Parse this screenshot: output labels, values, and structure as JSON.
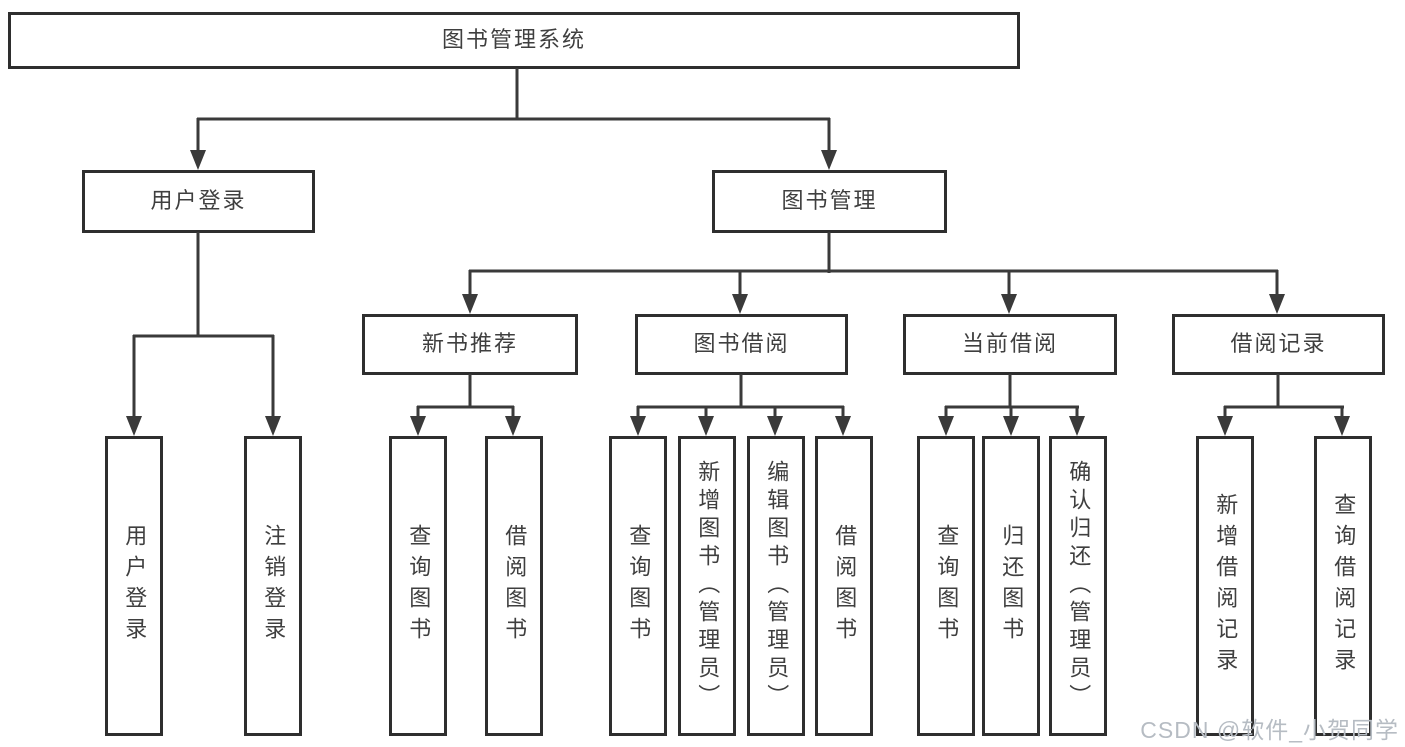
{
  "diagram": {
    "nodes": {
      "root": "图书管理系统",
      "user_login": "用户登录",
      "book_management": "图书管理",
      "new_book_recommend": "新书推荐",
      "book_borrow": "图书借阅",
      "current_borrow": "当前借阅",
      "borrow_records": "借阅记录",
      "leaf_user_login": "用户登录",
      "leaf_logout": "注销登录",
      "leaf_query_books_recommend": "查询图书",
      "leaf_borrow_books_recommend": "借阅图书",
      "leaf_query_books_borrow": "查询图书",
      "leaf_add_book_admin": "新增图书（管理员）",
      "leaf_edit_book_admin": "编辑图书（管理员）",
      "leaf_borrow_books_borrow": "借阅图书",
      "leaf_query_books_current": "查询图书",
      "leaf_return_book": "归还图书",
      "leaf_confirm_return_admin": "确认归还（管理员）",
      "leaf_add_borrow_record": "新增借阅记录",
      "leaf_query_borrow_record": "查询借阅记录"
    },
    "watermark": "CSDN @软件_小贺同学",
    "colors": {
      "line": "#3a3a3a",
      "box_border": "#2e2e2e",
      "text": "#3f3f3f",
      "watermark": "#b6bcc3",
      "background": "#ffffff"
    }
  }
}
